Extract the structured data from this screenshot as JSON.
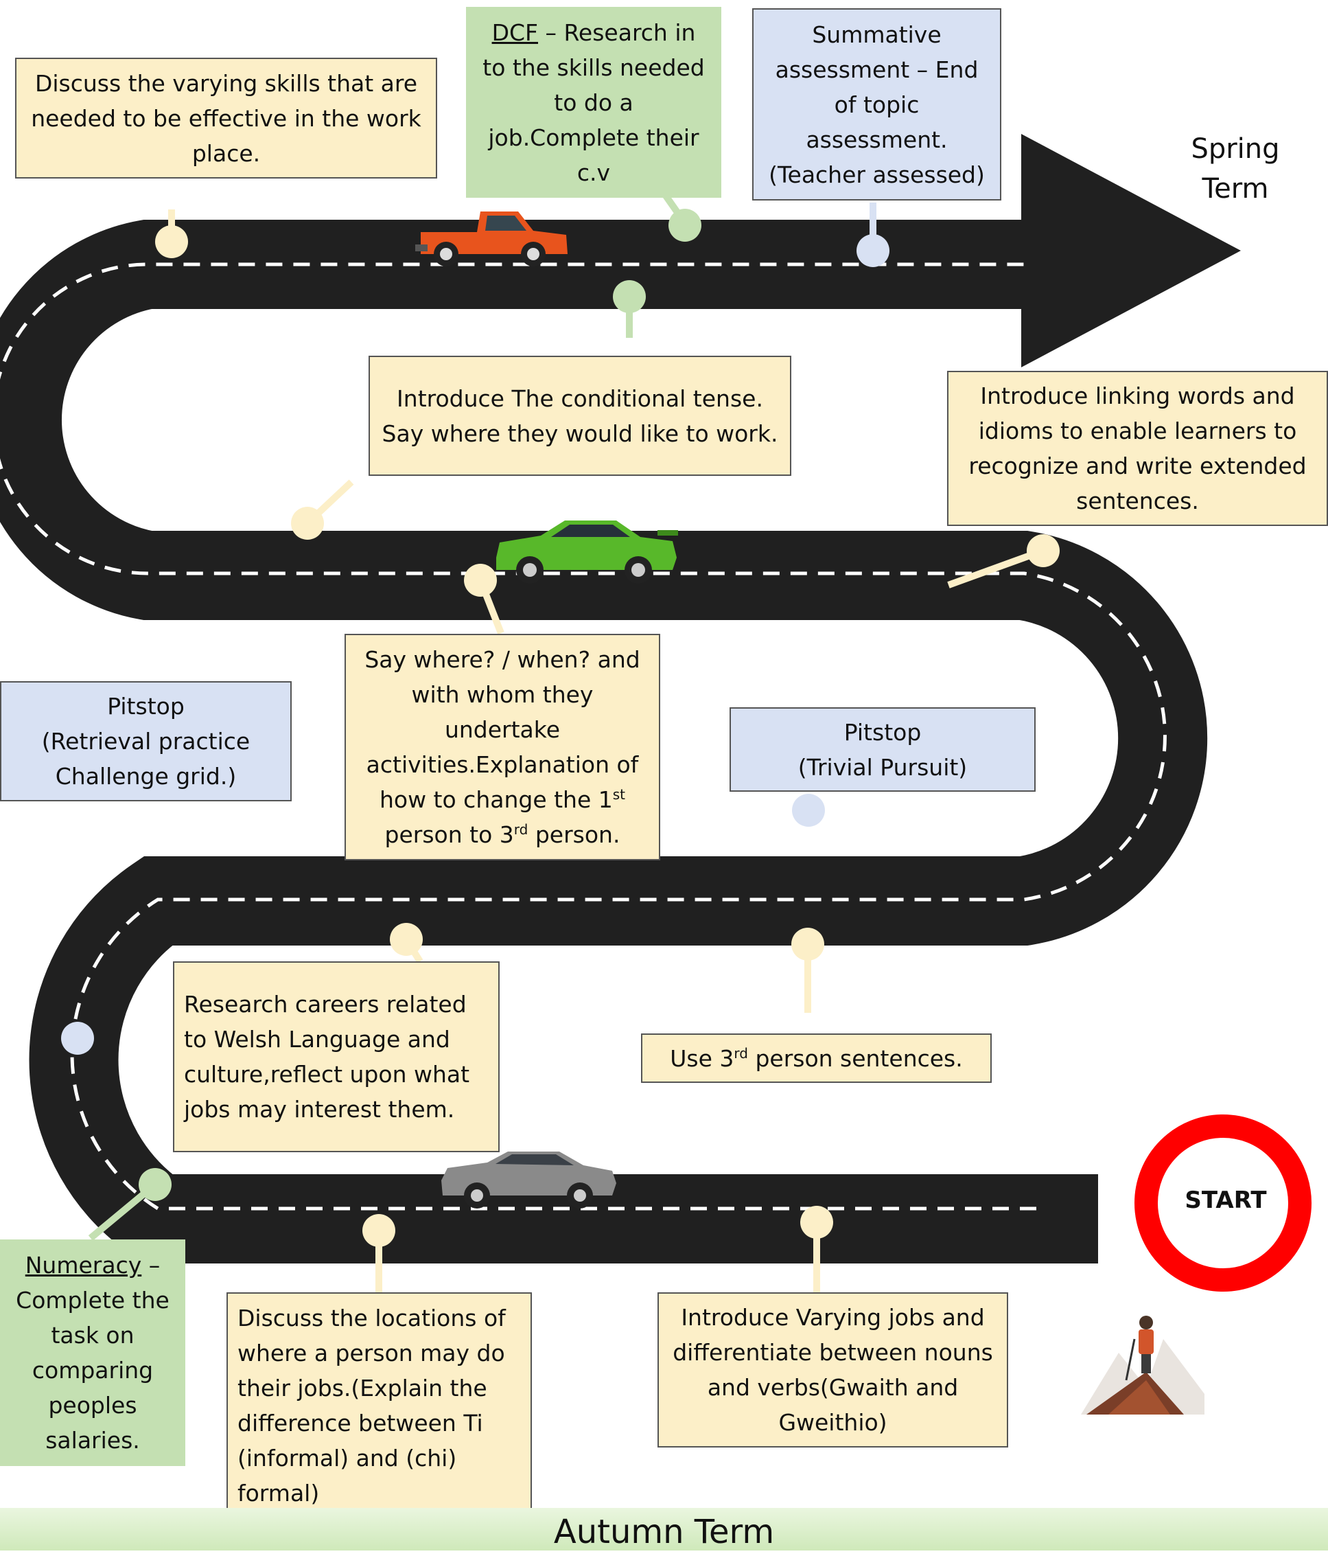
{
  "colors": {
    "road": "#202020",
    "dash": "#ffffff",
    "yellow_box": "#fcefc8",
    "green_box": "#c4e0b2",
    "blue_box": "#d8e1f3",
    "start_ring": "#ff0000"
  },
  "labels": {
    "spring_term": "Spring Term",
    "autumn_term": "Autumn Term",
    "start": "START"
  },
  "boxes": {
    "discuss_skills": "Discuss the varying skills that are needed to be effective in the work place.",
    "dcf": {
      "prefix": "DCF",
      "text": " – Research in to the skills needed to do a job.Complete their c.v"
    },
    "summative": "Summative assessment – End of topic assessment. (Teacher assessed)",
    "conditional_tense": "Introduce The conditional tense. Say where they would like to work.",
    "linking_words": "Introduce linking words and idioms to enable learners to recognize and write extended sentences.",
    "pitstop_challenge": {
      "line1": "Pitstop",
      "line2": "(Retrieval practice Challenge grid.)"
    },
    "where_when": {
      "text": "Say where? / when? and with whom they undertake activities.Explanation of how to change the 1",
      "sup1": "st",
      "mid": " person to 3",
      "sup2": "rd",
      "end": " person."
    },
    "pitstop_trivial": {
      "line1": "Pitstop",
      "line2": "(Trivial Pursuit)"
    },
    "research_careers": "Research careers related to Welsh Language and culture,reflect upon what jobs may interest them.",
    "third_person": {
      "pre": "Use 3",
      "sup": "rd",
      "post": " person sentences."
    },
    "numeracy": {
      "prefix": "Numeracy",
      "text": " – Complete the task on comparing peoples salaries."
    },
    "locations": "Discuss the locations of where a person may do their jobs.(Explain the difference between Ti (informal) and (chi) formal)",
    "varying_jobs": "Introduce Varying jobs and differentiate between nouns and verbs(Gwaith and Gweithio)"
  }
}
